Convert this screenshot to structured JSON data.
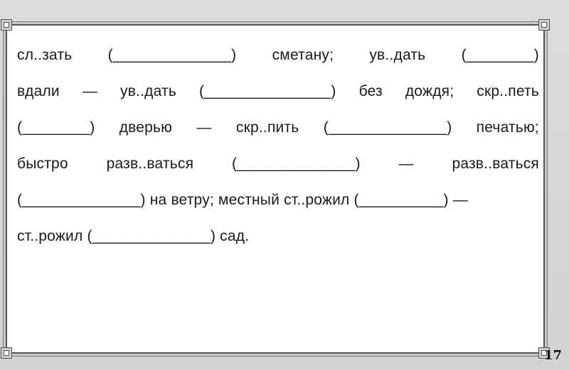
{
  "exercise": {
    "lines": [
      [
        "сл..зать",
        "(______________)",
        "сметану;",
        "ув..дать",
        "(________)"
      ],
      [
        "вдали",
        "—",
        "ув..дать",
        "(_______________)",
        "без",
        "дождя;",
        "скр..петь"
      ],
      [
        "(________)",
        "дверью",
        "—",
        "скр..пить",
        "(______________)",
        "печатью;"
      ],
      [
        "быстро",
        "разв..ваться",
        "(______________)",
        "—",
        "разв..ваться"
      ],
      [
        "(______________) на ветру; местный ст..рожил (__________) —"
      ],
      [
        "ст..рожил (______________) сад."
      ]
    ]
  },
  "page_number": "17"
}
